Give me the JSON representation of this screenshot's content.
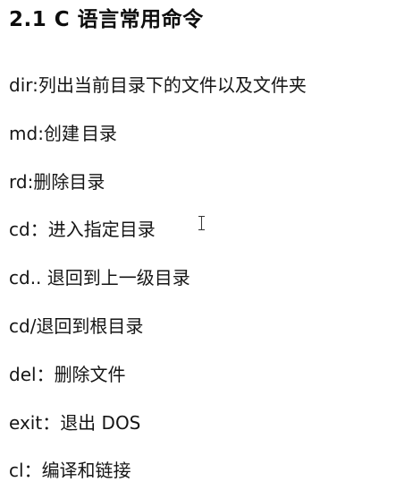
{
  "title": "2.1 C 语言常用命令",
  "commands": [
    {
      "cmd": "dir",
      "sep": ":",
      "desc": "列出当前目录下的文件以及文件夹"
    },
    {
      "cmd": "md",
      "sep": ":",
      "desc_before_caret": "创建",
      "desc_after_caret": "目录"
    },
    {
      "cmd": "rd",
      "sep": ":",
      "desc": "删除目录"
    },
    {
      "cmd": "cd",
      "sep": "：",
      "desc": "进入指定目录"
    },
    {
      "cmd": "cd..",
      "sep": " ",
      "desc": "退回到上一级目录"
    },
    {
      "cmd": "cd/",
      "sep": "",
      "desc": "退回到根目录"
    },
    {
      "cmd": "del",
      "sep": "：",
      "desc": "删除文件"
    },
    {
      "cmd": "exit",
      "sep": "：",
      "desc": "退出 DOS"
    },
    {
      "cmd": "cl",
      "sep": "：",
      "desc": "编译和链接"
    }
  ]
}
